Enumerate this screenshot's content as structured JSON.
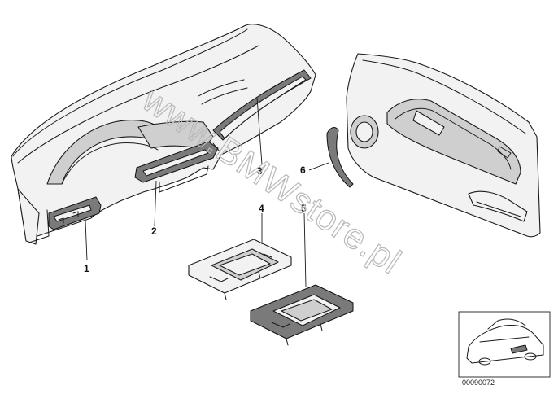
{
  "callouts": {
    "c1": "1",
    "c2": "2",
    "c3": "3",
    "c4": "4",
    "c5": "5",
    "c6": "6"
  },
  "watermark": "www.BMWstore.pl",
  "diagram_number": "00090072",
  "colors": {
    "line": "#1a1a1a",
    "watermark": "#b8b8b8",
    "trim_fill": "#7a7a7a"
  }
}
